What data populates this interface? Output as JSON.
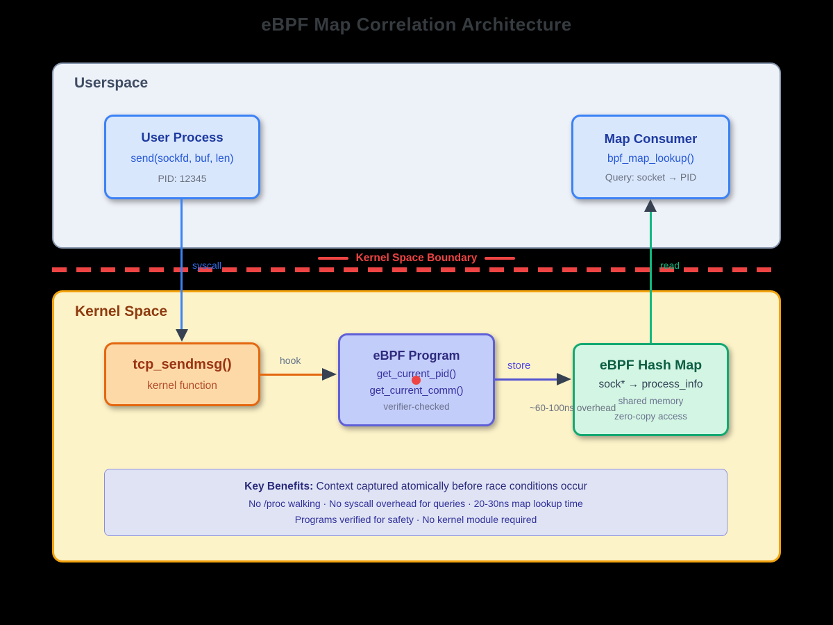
{
  "title": "eBPF Map Correlation Architecture",
  "userspace": {
    "label": "Userspace"
  },
  "kernelspace": {
    "label": "Kernel Space"
  },
  "boundary": {
    "label": "Kernel Space Boundary"
  },
  "nodes": {
    "user_process": {
      "title": "User Process",
      "line1": "send(sockfd, buf, len)",
      "line2": "PID: 12345"
    },
    "map_consumer": {
      "title": "Map Consumer",
      "line1": "bpf_map_lookup()",
      "line2": "Query: socket → PID"
    },
    "tcp_sendmsg": {
      "title": "tcp_sendmsg()",
      "line1": "kernel function"
    },
    "ebpf_program": {
      "title": "eBPF Program",
      "line1": "get_current_pid()",
      "line2": "get_current_comm()",
      "line3": "verifier-checked"
    },
    "hash_map": {
      "title": "eBPF Hash Map",
      "line1": "sock* → process_info",
      "line2": "shared memory",
      "line3": "zero-copy access"
    }
  },
  "edges": {
    "syscall": "syscall",
    "hook": "hook",
    "store": "store",
    "read": "read",
    "overhead": "~60-100ns overhead"
  },
  "benefits": {
    "heading": "Key Benefits:",
    "summary": " Context captured atomically before race conditions occur",
    "line2": "No /proc walking · No syscall overhead for queries · 20-30ns map lookup time",
    "line3": "Programs verified for safety · No kernel module required"
  },
  "colors": {
    "background": "#000000",
    "boundary_red": "#ef4444",
    "userspace_fill": "#edf1f8",
    "kernel_fill": "#fdf3c9",
    "blue_accent": "#3b82f6",
    "orange_accent": "#e4670f",
    "indigo_accent": "#5f5fd8",
    "green_accent": "#10b981",
    "arrowhead": "#374151",
    "probe_dot": "#ee4444"
  }
}
